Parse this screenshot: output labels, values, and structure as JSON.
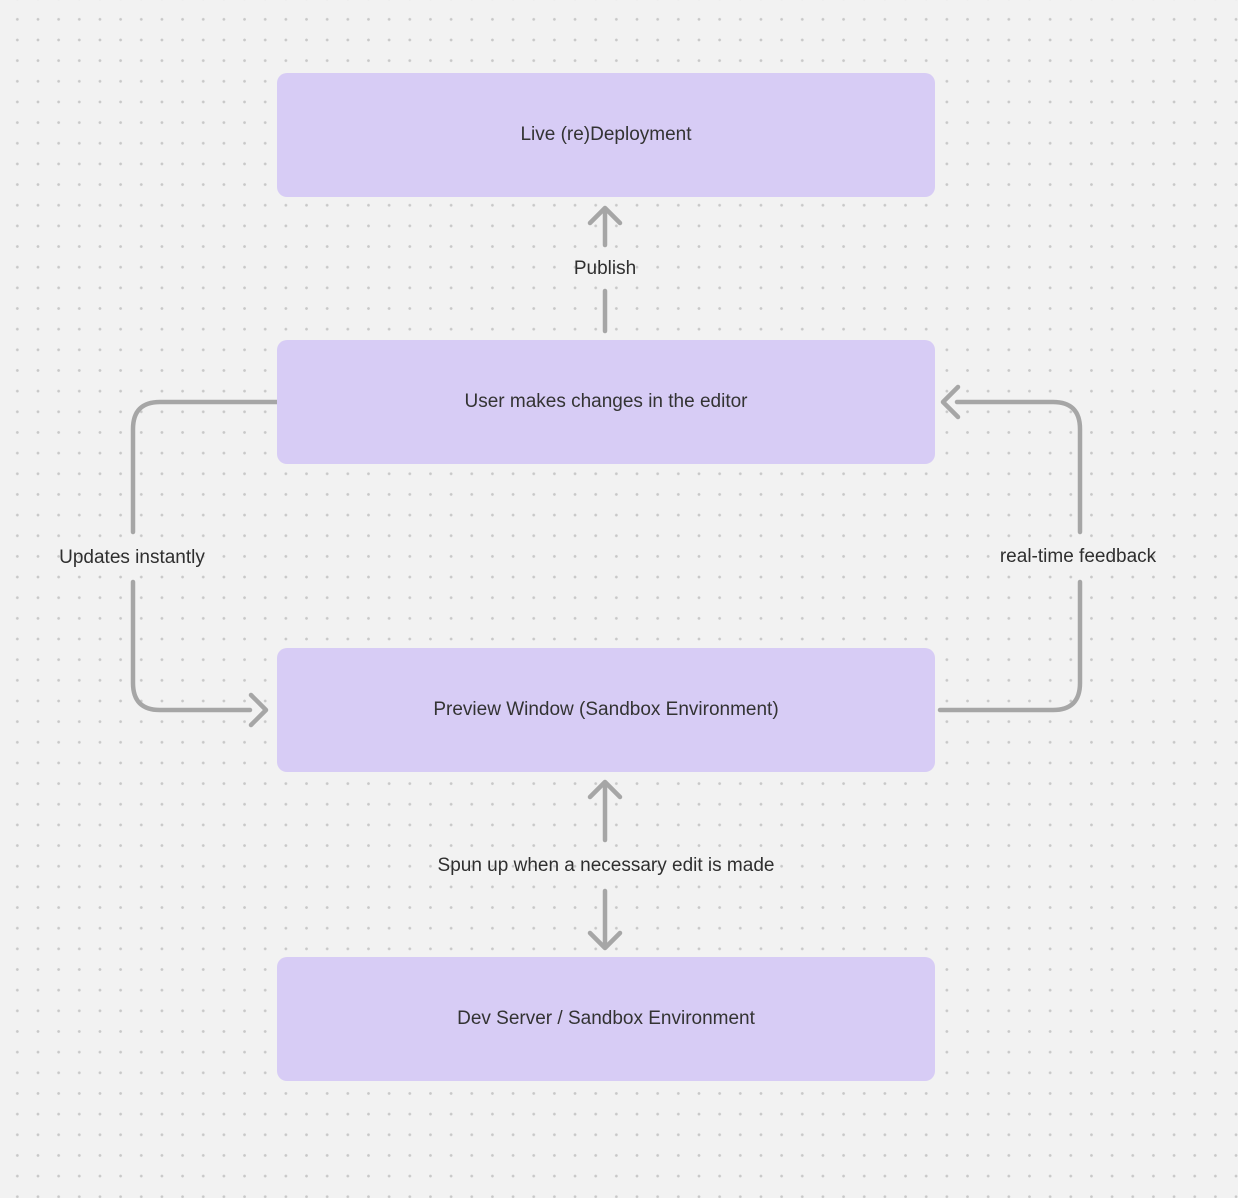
{
  "canvas": {
    "background": "#f2f2f2",
    "dot_color": "#c8c8c8"
  },
  "diagram": {
    "nodes": [
      {
        "id": "live-deployment",
        "label": "Live (re)Deployment"
      },
      {
        "id": "editor",
        "label": "User makes changes in the editor"
      },
      {
        "id": "preview-window",
        "label": "Preview Window (Sandbox Environment)"
      },
      {
        "id": "dev-server",
        "label": "Dev Server / Sandbox Environment"
      }
    ],
    "edges": [
      {
        "id": "publish",
        "from": "editor",
        "to": "live-deployment",
        "label": "Publish",
        "direction": "up"
      },
      {
        "id": "updates-instantly",
        "from": "editor",
        "to": "preview-window",
        "label": "Updates instantly",
        "direction": "left-loop-down"
      },
      {
        "id": "real-time-feedback",
        "from": "preview-window",
        "to": "editor",
        "label": "real-time feedback",
        "direction": "right-loop-up"
      },
      {
        "id": "spun-up",
        "from": "dev-server",
        "to": "preview-window",
        "label": "Spun up when a necessary edit is made",
        "direction": "both"
      }
    ],
    "colors": {
      "node_fill": "#d7ccf5",
      "node_text": "#333333",
      "edge_stroke": "#a6a6a6",
      "edge_label_text": "#2f2f2f"
    }
  }
}
